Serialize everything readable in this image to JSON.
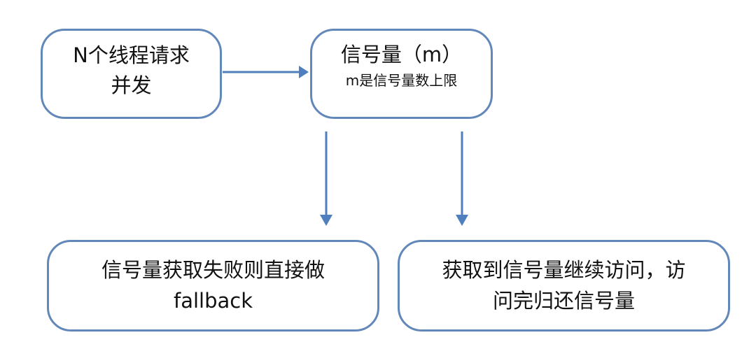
{
  "nodes": {
    "requests": {
      "line1": "N个线程请求",
      "line2": "并发"
    },
    "semaphore": {
      "line1": "信号量（m）",
      "line2": "m是信号量数上限"
    },
    "fail": {
      "line1": "信号量获取失败则直接做",
      "line2": "fallback"
    },
    "success": {
      "line1": "获取到信号量继续访问，访",
      "line2": "问完归还信号量"
    }
  },
  "colors": {
    "border": "#6287b9",
    "arrow": "#4f7fbf"
  }
}
